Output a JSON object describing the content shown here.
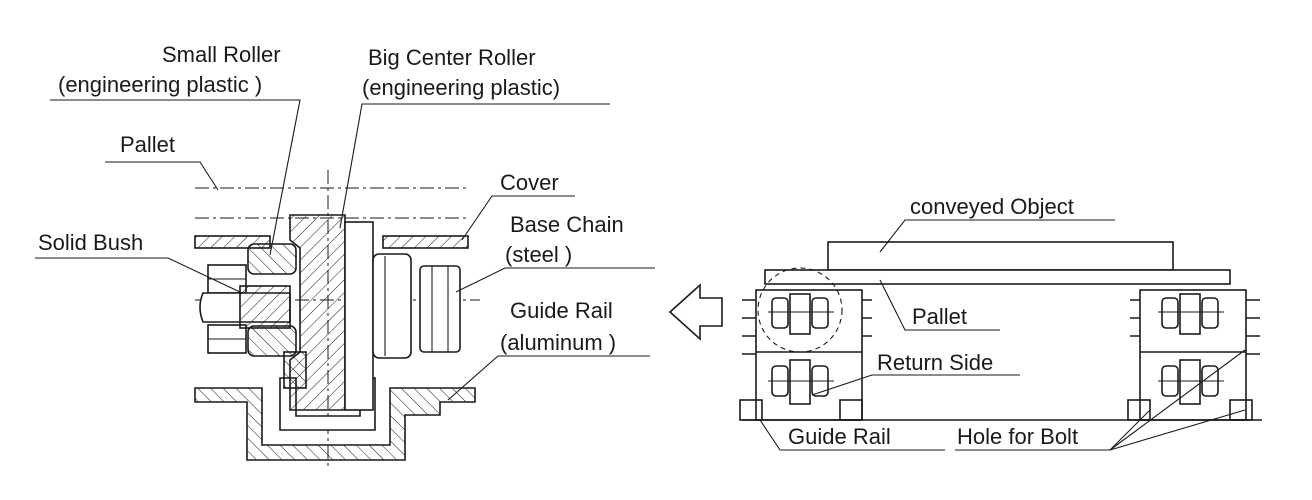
{
  "labels": {
    "small_roller": "Small Roller",
    "small_roller_material": "(engineering plastic )",
    "big_center_roller": "Big Center Roller",
    "big_center_roller_material": "(engineering plastic)",
    "pallet_left": "Pallet",
    "cover": "Cover",
    "solid_bush": "Solid Bush",
    "base_chain": "Base Chain",
    "base_chain_material": "(steel )",
    "guide_rail_left": "Guide Rail",
    "guide_rail_material": "(aluminum )",
    "conveyed_object": "conveyed Object",
    "pallet_right": "Pallet",
    "return_side": "Return Side",
    "guide_rail_right": "Guide Rail",
    "hole_for_bolt": "Hole for Bolt"
  },
  "icons": {
    "direction_arrow": "arrow-left-icon"
  },
  "colors": {
    "line": "#1a1a1a",
    "background": "#ffffff"
  }
}
